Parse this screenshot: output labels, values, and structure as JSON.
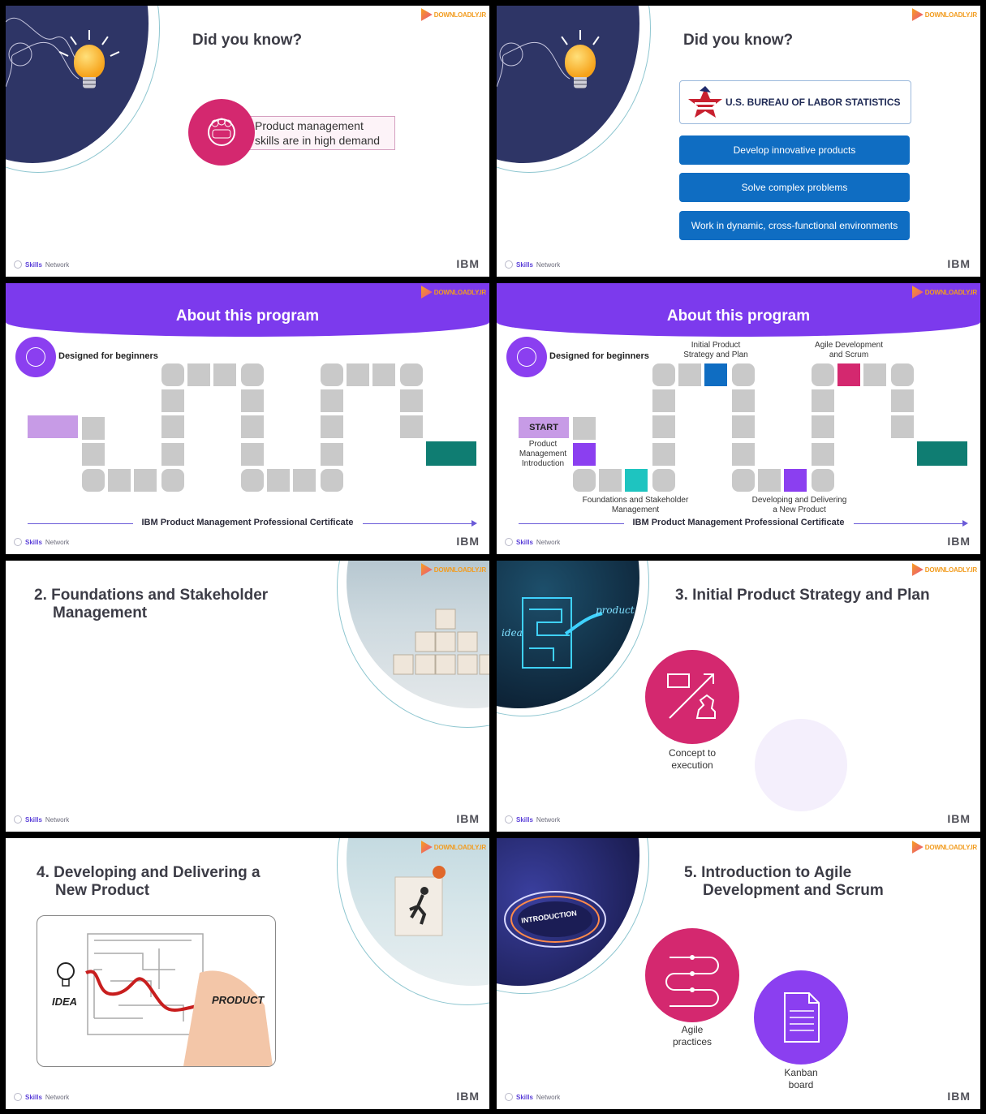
{
  "watermark": "DOWNLOADLY.IR",
  "footer": {
    "brand_bold": "Skills",
    "brand_rest": "Network",
    "ibm": "IBM"
  },
  "slide1": {
    "heading": "Did you know?",
    "callout_line1": "Product management",
    "callout_line2": "skills are in high demand"
  },
  "slide2": {
    "heading": "Did you know?",
    "bls": "U.S. BUREAU OF LABOR STATISTICS",
    "buttons": [
      "Develop innovative products",
      "Solve complex problems",
      "Work in dynamic, cross-functional environments"
    ]
  },
  "slide3": {
    "title": "About this program",
    "designed": "Designed for beginners",
    "certificate": "IBM Product Management Professional Certificate"
  },
  "slide4": {
    "title": "About this program",
    "designed": "Designed for beginners",
    "start": "START",
    "certificate": "IBM Product Management Professional Certificate",
    "milestones": {
      "intro": [
        "Product",
        "Management",
        "Introduction"
      ],
      "foundations": [
        "Foundations and Stakeholder",
        "Management"
      ],
      "strategy": [
        "Initial Product",
        "Strategy and Plan"
      ],
      "developing": [
        "Developing and Delivering",
        "a New Product"
      ],
      "agile": [
        "Agile Development",
        "and Scrum"
      ]
    }
  },
  "slide5": {
    "heading_line1": "2. Foundations and Stakeholder",
    "heading_line2": "Management"
  },
  "slide6": {
    "heading": "3. Initial Product Strategy and Plan",
    "caption_line1": "Concept to",
    "caption_line2": "execution",
    "photo_idea": "idea",
    "photo_product": "product"
  },
  "slide7": {
    "heading_line1": "4. Developing and Delivering a",
    "heading_line2": "New Product",
    "maze_idea": "IDEA",
    "maze_product": "PRODUCT"
  },
  "slide8": {
    "heading_line1": "5. Introduction to Agile",
    "heading_line2": "Development and Scrum",
    "photo_label": "INTRODUCTION",
    "caption1_line1": "Agile",
    "caption1_line2": "practices",
    "caption2_line1": "Kanban",
    "caption2_line2": "board"
  },
  "colors": {
    "purple": "#7c3aed",
    "pink": "#d4286f",
    "navy": "#2e3566",
    "blue": "#0f6dc2",
    "teal": "#0f7d72"
  }
}
